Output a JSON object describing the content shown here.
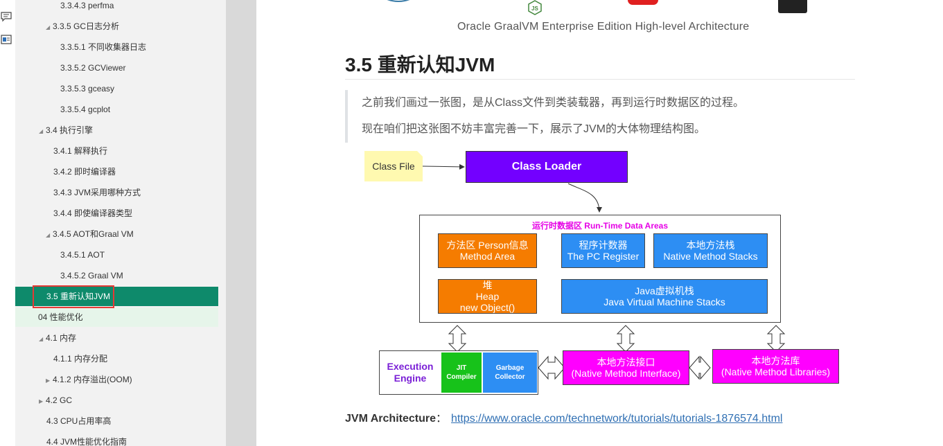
{
  "toolstrip": {
    "icons": [
      "comment-icon",
      "ocr-icon"
    ]
  },
  "toc": [
    {
      "label": "3.3.4.3 perfma",
      "level": 3
    },
    {
      "label": "3.3.5  GC日志分析",
      "level": 2,
      "expand": "open"
    },
    {
      "label": "3.3.5.1 不同收集器日志",
      "level": 3
    },
    {
      "label": "3.3.5.2 GCViewer",
      "level": 3
    },
    {
      "label": "3.3.5.3 gceasy",
      "level": 3
    },
    {
      "label": "3.3.5.4 gcplot",
      "level": 3
    },
    {
      "label": "3.4 执行引擎",
      "level": 1,
      "expand": "open"
    },
    {
      "label": "3.4.1 解释执行",
      "level": 2
    },
    {
      "label": "3.4.2 即时编译器",
      "level": 2
    },
    {
      "label": "3.4.3 JVM采用哪种方式",
      "level": 2
    },
    {
      "label": "3.4.4 即使编译器类型",
      "level": 2
    },
    {
      "label": "3.4.5 AOT和Graal VM",
      "level": 2,
      "expand": "open"
    },
    {
      "label": "3.4.5.1 AOT",
      "level": 3
    },
    {
      "label": "3.4.5.2 Graal VM",
      "level": 3
    },
    {
      "label": "3.5 重新认知JVM",
      "level": 1,
      "state": "active"
    },
    {
      "label": "04 性能优化",
      "level": 0,
      "state": "hover"
    },
    {
      "label": "4.1 内存",
      "level": 1,
      "expand": "open"
    },
    {
      "label": "4.1.1 内存分配",
      "level": 2
    },
    {
      "label": "4.1.2 内存溢出(OOM)",
      "level": 2,
      "expand": "closed"
    },
    {
      "label": "4.2 GC",
      "level": 1,
      "expand": "closed"
    },
    {
      "label": "4.3 CPU占用率高",
      "level": 1
    },
    {
      "label": "4.4 JVM性能优化指南",
      "level": 1
    }
  ],
  "content": {
    "image_caption": "Oracle GraalVM Enterprise Edition High-level Architecture",
    "section_title": "3.5 重新认知JVM",
    "quote": [
      "之前我们画过一张图，是从Class文件到类装载器，再到运行时数据区的过程。",
      "现在咱们把这张图不妨丰富完善一下，展示了JVM的大体物理结构图。"
    ],
    "footer_label": "JVM Architecture",
    "footer_sep": "：",
    "footer_link": "https://www.oracle.com/technetwork/tutorials/tutorials-1876574.html"
  },
  "diagram": {
    "class_file": "Class File",
    "class_loader": "Class Loader",
    "rtda_title": "运行时数据区 Run-Time Data Areas",
    "method_area": [
      "方法区  Person信息",
      "Method Area"
    ],
    "pc_register": [
      "程序计数器",
      "The PC Register"
    ],
    "native_stacks": [
      "本地方法栈",
      "Native Method Stacks"
    ],
    "heap": [
      "堆",
      "Heap",
      "new Object()"
    ],
    "jvm_stacks": [
      "Java虚拟机栈",
      "Java Virtual Machine Stacks"
    ],
    "execution_engine": [
      "Execution",
      "Engine"
    ],
    "jit": [
      "JIT",
      "Compiler"
    ],
    "gc": [
      "Garbage",
      "Collector"
    ],
    "native_interface": [
      "本地方法接口",
      "(Native Method Interface)"
    ],
    "native_libraries": [
      "本地方法库",
      "(Native Method Libraries)"
    ]
  },
  "colors": {
    "active_toc": "#0e8a6b",
    "class_loader": "#7300ff",
    "orange": "#f57c00",
    "blue": "#2d8ef3",
    "magenta": "#ff00ff",
    "green": "#17c21a",
    "link": "#2f6fb3"
  }
}
